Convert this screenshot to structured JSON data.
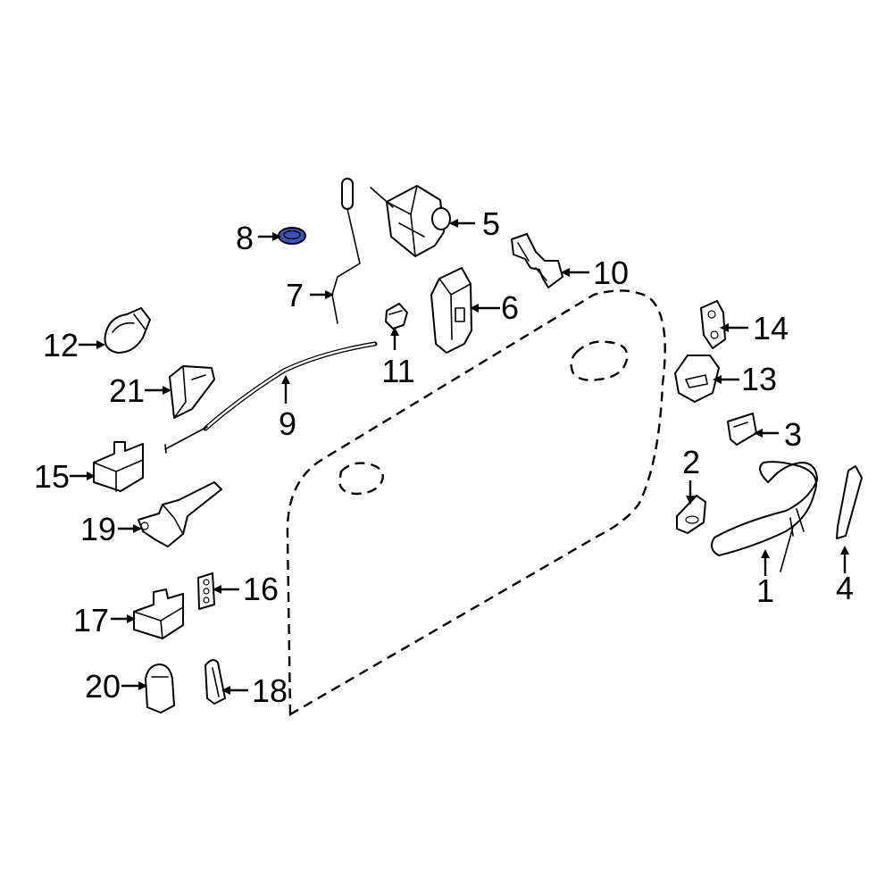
{
  "diagram": {
    "highlight_color": "#3f51b5",
    "callouts": {
      "c1": "1",
      "c2": "2",
      "c3": "3",
      "c4": "4",
      "c5": "5",
      "c6": "6",
      "c7": "7",
      "c8": "8",
      "c9": "9",
      "c10": "10",
      "c11": "11",
      "c12": "12",
      "c13": "13",
      "c14": "14",
      "c15": "15",
      "c16": "16",
      "c17": "17",
      "c18": "18",
      "c19": "19",
      "c20": "20",
      "c21": "21"
    },
    "highlighted_part": "8"
  }
}
